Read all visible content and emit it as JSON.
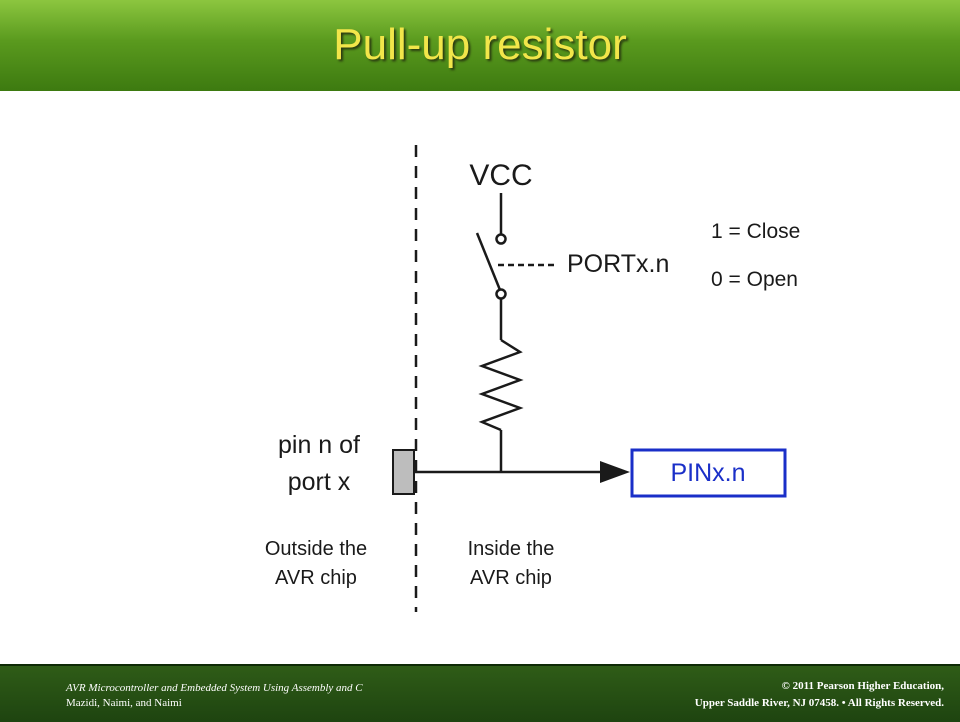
{
  "slide": {
    "title": "Pull-up resistor"
  },
  "diagram": {
    "vcc_label": "VCC",
    "switch_control_label": "PORTx.n",
    "legend_close": "1 = Close",
    "legend_open": "0 = Open",
    "pin_label_line1": "pin n of",
    "pin_label_line2": "port x",
    "output_register_label": "PINx.n",
    "outside_label_line1": "Outside the",
    "outside_label_line2": "AVR chip",
    "inside_label_line1": "Inside the",
    "inside_label_line2": "AVR chip",
    "colors": {
      "register_border": "#1a2fc8",
      "register_text": "#1a2fc8",
      "pin_fill": "#bdbdbd",
      "wire": "#1a1a1a"
    }
  },
  "footer": {
    "book_title": "AVR Microcontroller and Embedded System Using Assembly and C",
    "authors": "Mazidi, Naimi, and Naimi",
    "copyright_line1": "© 2011   Pearson Higher Education,",
    "copyright_line2": "Upper Saddle River, NJ 07458. • All Rights Reserved."
  }
}
